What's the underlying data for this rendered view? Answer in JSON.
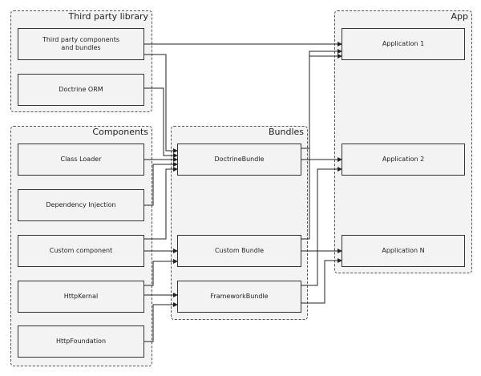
{
  "groups": {
    "third_party": "Third party library",
    "components": "Components",
    "bundles": "Bundles",
    "app": "App"
  },
  "boxes": {
    "third_party_components": "Third party components\nand bundles",
    "doctrine_orm": "Doctrine ORM",
    "class_loader": "Class Loader",
    "dependency_injection": "Dependency Injection",
    "custom_component": "Custom component",
    "http_kernal": "HttpKernal",
    "http_foundation": "HttpFoundation",
    "doctrine_bundle": "DoctrineBundle",
    "custom_bundle": "Custom Bundle",
    "framework_bundle": "FrameworkBundle",
    "application_1": "Application 1",
    "application_2": "Application 2",
    "application_n": "Application N"
  },
  "colors": {
    "box_fill": "#f3f3f3",
    "stroke": "#333333"
  }
}
